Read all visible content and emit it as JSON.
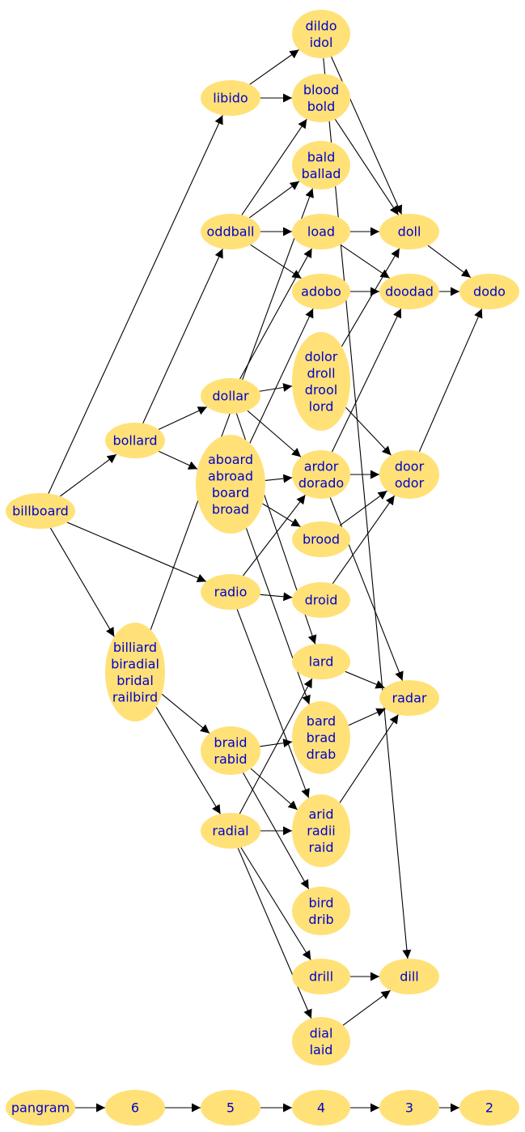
{
  "nodes": [
    {
      "id": "dildo",
      "lines": [
        "dildo",
        "idol"
      ]
    },
    {
      "id": "libido",
      "lines": [
        "libido"
      ]
    },
    {
      "id": "blood",
      "lines": [
        "blood",
        "bold"
      ]
    },
    {
      "id": "bald",
      "lines": [
        "bald",
        "ballad"
      ]
    },
    {
      "id": "oddball",
      "lines": [
        "oddball"
      ]
    },
    {
      "id": "load",
      "lines": [
        "load"
      ]
    },
    {
      "id": "doll",
      "lines": [
        "doll"
      ]
    },
    {
      "id": "adobo",
      "lines": [
        "adobo"
      ]
    },
    {
      "id": "doodad",
      "lines": [
        "doodad"
      ]
    },
    {
      "id": "dodo",
      "lines": [
        "dodo"
      ]
    },
    {
      "id": "dolor",
      "lines": [
        "dolor",
        "droll",
        "drool",
        "lord"
      ]
    },
    {
      "id": "dollar",
      "lines": [
        "dollar"
      ]
    },
    {
      "id": "bollard",
      "lines": [
        "bollard"
      ]
    },
    {
      "id": "aboard",
      "lines": [
        "aboard",
        "abroad",
        "board",
        "broad"
      ]
    },
    {
      "id": "ardor",
      "lines": [
        "ardor",
        "dorado"
      ]
    },
    {
      "id": "door",
      "lines": [
        "door",
        "odor"
      ]
    },
    {
      "id": "billboard",
      "lines": [
        "billboard"
      ]
    },
    {
      "id": "brood",
      "lines": [
        "brood"
      ]
    },
    {
      "id": "radio",
      "lines": [
        "radio"
      ]
    },
    {
      "id": "droid",
      "lines": [
        "droid"
      ]
    },
    {
      "id": "billiard",
      "lines": [
        "billiard",
        "biradial",
        "bridal",
        "railbird"
      ]
    },
    {
      "id": "lard",
      "lines": [
        "lard"
      ]
    },
    {
      "id": "radar",
      "lines": [
        "radar"
      ]
    },
    {
      "id": "bard",
      "lines": [
        "bard",
        "brad",
        "drab"
      ]
    },
    {
      "id": "braid",
      "lines": [
        "braid",
        "rabid"
      ]
    },
    {
      "id": "radial",
      "lines": [
        "radial"
      ]
    },
    {
      "id": "arid",
      "lines": [
        "arid",
        "radii",
        "raid"
      ]
    },
    {
      "id": "bird",
      "lines": [
        "bird",
        "drib"
      ]
    },
    {
      "id": "drill",
      "lines": [
        "drill"
      ]
    },
    {
      "id": "dill",
      "lines": [
        "dill"
      ]
    },
    {
      "id": "dial",
      "lines": [
        "dial",
        "laid"
      ]
    },
    {
      "id": "pangram",
      "lines": [
        "pangram"
      ]
    },
    {
      "id": "n6",
      "lines": [
        "6"
      ]
    },
    {
      "id": "n5",
      "lines": [
        "5"
      ]
    },
    {
      "id": "n4",
      "lines": [
        "4"
      ]
    },
    {
      "id": "n3",
      "lines": [
        "3"
      ]
    },
    {
      "id": "n2",
      "lines": [
        "2"
      ]
    }
  ],
  "edges": [
    [
      "libido",
      "dildo"
    ],
    [
      "libido",
      "blood"
    ],
    [
      "dildo",
      "doll"
    ],
    [
      "dildo",
      "dill"
    ],
    [
      "blood",
      "doll"
    ],
    [
      "oddball",
      "blood"
    ],
    [
      "oddball",
      "bald"
    ],
    [
      "oddball",
      "load"
    ],
    [
      "oddball",
      "adobo"
    ],
    [
      "load",
      "doll"
    ],
    [
      "load",
      "doodad"
    ],
    [
      "doll",
      "dodo"
    ],
    [
      "adobo",
      "doodad"
    ],
    [
      "doodad",
      "dodo"
    ],
    [
      "dolor",
      "doll"
    ],
    [
      "dolor",
      "door"
    ],
    [
      "dollar",
      "load"
    ],
    [
      "dollar",
      "dolor"
    ],
    [
      "dollar",
      "ardor"
    ],
    [
      "dollar",
      "lard"
    ],
    [
      "bollard",
      "oddball"
    ],
    [
      "bollard",
      "dollar"
    ],
    [
      "bollard",
      "aboard"
    ],
    [
      "aboard",
      "adobo"
    ],
    [
      "aboard",
      "ardor"
    ],
    [
      "aboard",
      "brood"
    ],
    [
      "aboard",
      "bard"
    ],
    [
      "ardor",
      "doodad"
    ],
    [
      "ardor",
      "door"
    ],
    [
      "ardor",
      "radar"
    ],
    [
      "door",
      "dodo"
    ],
    [
      "billboard",
      "libido"
    ],
    [
      "billboard",
      "bollard"
    ],
    [
      "billboard",
      "radio"
    ],
    [
      "billboard",
      "billiard"
    ],
    [
      "brood",
      "door"
    ],
    [
      "radio",
      "ardor"
    ],
    [
      "radio",
      "droid"
    ],
    [
      "radio",
      "arid"
    ],
    [
      "droid",
      "door"
    ],
    [
      "billiard",
      "bald"
    ],
    [
      "billiard",
      "braid"
    ],
    [
      "billiard",
      "radial"
    ],
    [
      "lard",
      "radar"
    ],
    [
      "bard",
      "radar"
    ],
    [
      "arid",
      "radar"
    ],
    [
      "braid",
      "bard"
    ],
    [
      "braid",
      "arid"
    ],
    [
      "braid",
      "bird"
    ],
    [
      "radial",
      "lard"
    ],
    [
      "radial",
      "arid"
    ],
    [
      "radial",
      "drill"
    ],
    [
      "radial",
      "dial"
    ],
    [
      "drill",
      "dill"
    ],
    [
      "dial",
      "dill"
    ],
    [
      "pangram",
      "n6"
    ],
    [
      "n6",
      "n5"
    ],
    [
      "n5",
      "n4"
    ],
    [
      "n4",
      "n3"
    ],
    [
      "n3",
      "n2"
    ]
  ]
}
